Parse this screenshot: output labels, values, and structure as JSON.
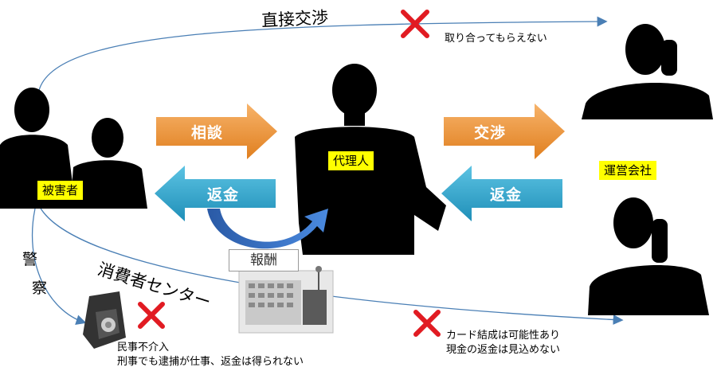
{
  "labels": {
    "victim": "被害者",
    "agent": "代理人",
    "operator": "運営会社"
  },
  "arrows": {
    "consult": "相談",
    "refund_left": "返金",
    "negotiate": "交渉",
    "refund_right": "返金",
    "reward": "報酬"
  },
  "routes": {
    "direct": "直接交渉",
    "consumer_center": "消費者センター",
    "police_1": "警",
    "police_2": "察"
  },
  "notes": {
    "direct_result": "取り合ってもらえない",
    "police_line1": "民事不介入",
    "police_line2": "刑事でも逮捕が仕事、返金は得られない",
    "center_line1": "カード結成は可能性あり",
    "center_line2": "現金の返金は見込めない"
  },
  "colors": {
    "orange": "#f39a3e",
    "blue": "#35a9cf",
    "curve_blue": "#2f6cc4",
    "cross_red": "#e11b22",
    "line_blue": "#4a7fb5",
    "label_yellow": "#ffff00"
  }
}
